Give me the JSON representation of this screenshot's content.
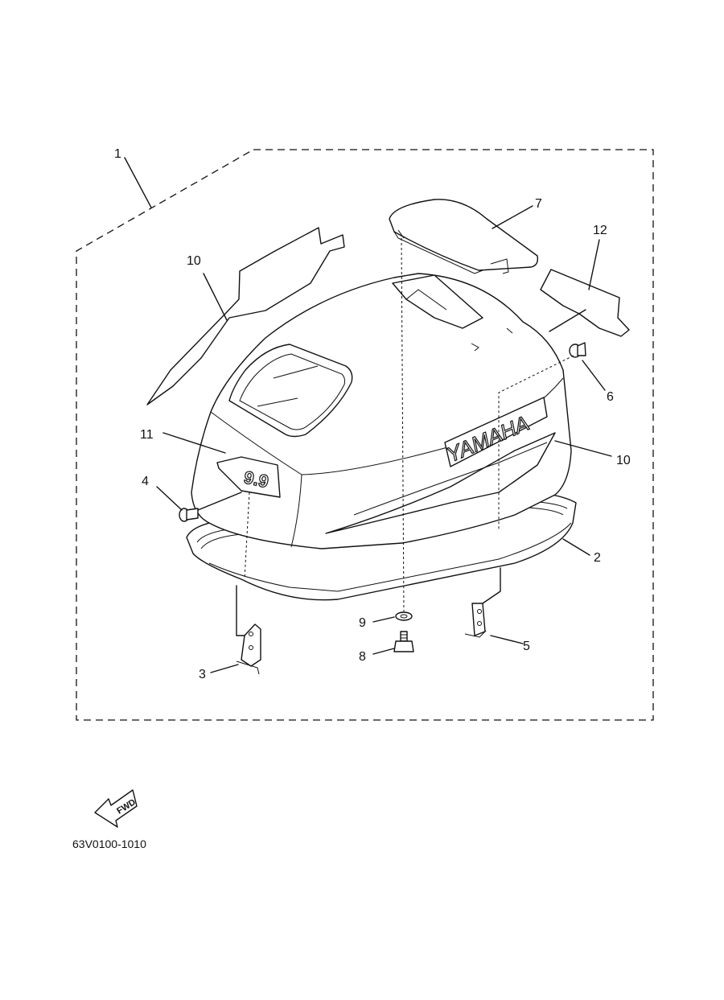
{
  "diagram": {
    "part_callouts": [
      {
        "number": "1",
        "name": "top-cowling-assembly"
      },
      {
        "number": "2",
        "name": "seal"
      },
      {
        "number": "3",
        "name": "bracket-left"
      },
      {
        "number": "4",
        "name": "bolt-left"
      },
      {
        "number": "5",
        "name": "bracket-right"
      },
      {
        "number": "6",
        "name": "bolt-right"
      },
      {
        "number": "7",
        "name": "cover"
      },
      {
        "number": "8",
        "name": "bolt-bottom"
      },
      {
        "number": "9",
        "name": "washer"
      },
      {
        "number": "10",
        "name": "graphic-left"
      },
      {
        "number": "10",
        "name": "graphic-right"
      },
      {
        "number": "11",
        "name": "emblem"
      },
      {
        "number": "12",
        "name": "label"
      }
    ],
    "brand_logo": "YAMAHA",
    "model_badge": "9.9",
    "fwd_indicator": "FWD",
    "figure_code": "63V0100-1010"
  }
}
